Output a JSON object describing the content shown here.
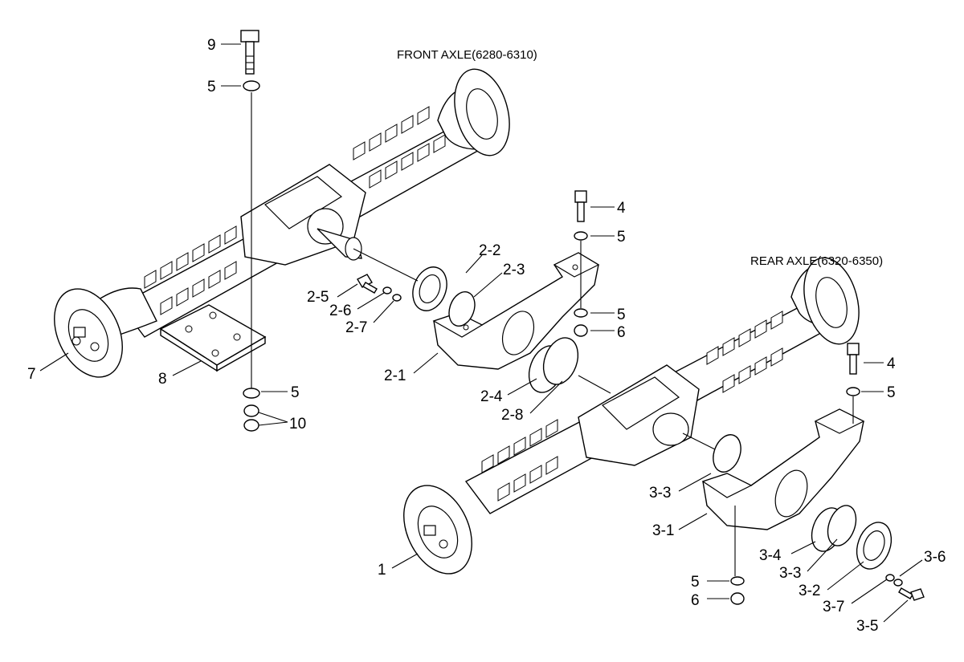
{
  "titles": {
    "front": "FRONT AXLE(6280-6310)",
    "rear": "REAR AXLE(6320-6350)"
  },
  "callouts": {
    "c9": "9",
    "c5a": "5",
    "c4a": "4",
    "c5b": "5",
    "c22": "2-2",
    "c23": "2-3",
    "c25": "2-5",
    "c26": "2-6",
    "c27": "2-7",
    "c5c": "5",
    "c6a": "6",
    "c21": "2-1",
    "c7": "7",
    "c8": "8",
    "c5d": "5",
    "c10": "10",
    "c24": "2-4",
    "c28": "2-8",
    "c4b": "4",
    "c5e": "5",
    "c33a": "3-3",
    "c31": "3-1",
    "c34": "3-4",
    "c33b": "3-3",
    "c32": "3-2",
    "c36": "3-6",
    "c37": "3-7",
    "c35": "3-5",
    "c1": "1",
    "c5f": "5",
    "c6b": "6"
  }
}
